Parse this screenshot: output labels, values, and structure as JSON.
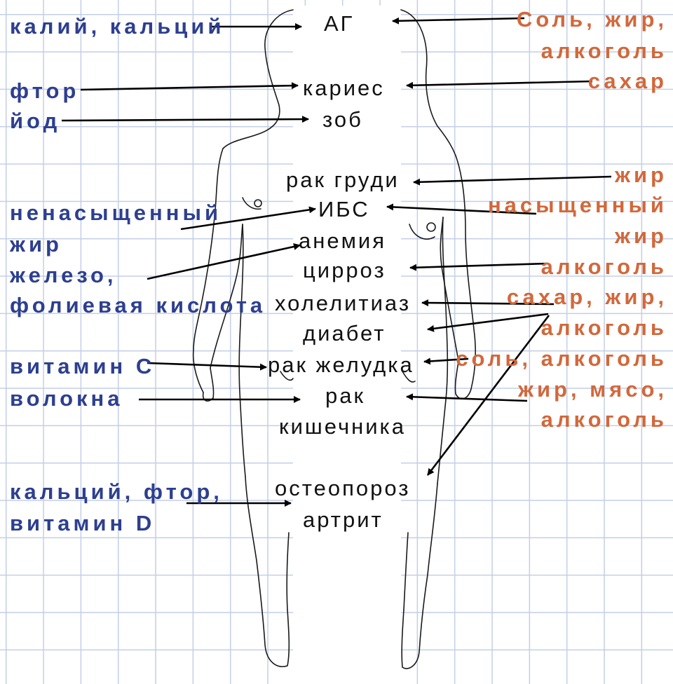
{
  "diseases": {
    "ag": "АГ",
    "caries": "кариес",
    "goiter": "зоб",
    "breast_cancer": "рак груди",
    "ihd": "ИБС",
    "anemia": "анемия",
    "cirrhosis": "цирроз",
    "cholelithiasis": "холелитиаз",
    "diabetes": "диабет",
    "stomach_cancer": "рак желудка",
    "colon_cancer_1": "рак",
    "colon_cancer_2": "кишечника",
    "osteoporosis": "остеопороз",
    "arthritis": "артрит"
  },
  "protective": {
    "potassium_calcium": "калий, кальций",
    "fluorine": "фтор",
    "iodine": "йод",
    "unsat_fat_1": "ненасыщенный",
    "unsat_fat_2": "жир",
    "iron": "железо,",
    "folic_acid": "фолиевая кислота",
    "vitamin_c": "витамин С",
    "fiber": "волокна",
    "calcium_fluorine": "кальций, фтор,",
    "vitamin_d": "витамин D"
  },
  "risk": {
    "salt_fat": "Соль, жир,",
    "alcohol_1": "алкоголь",
    "sugar": "сахар",
    "fat_1": "жир",
    "sat_fat_1": "насыщенный",
    "sat_fat_2": "жир",
    "alcohol_2": "алкоголь",
    "sugar_fat": "сахар, жир,",
    "alcohol_3": "алкоголь",
    "salt_alcohol": "соль, алкоголь",
    "fat_meat": "жир, мясо,",
    "alcohol_4": "алкоголь"
  },
  "colors": {
    "protective": "#2d3f8f",
    "risk": "#d2683b",
    "grid": "#c3cfe6",
    "outline": "#1a1a1a"
  }
}
